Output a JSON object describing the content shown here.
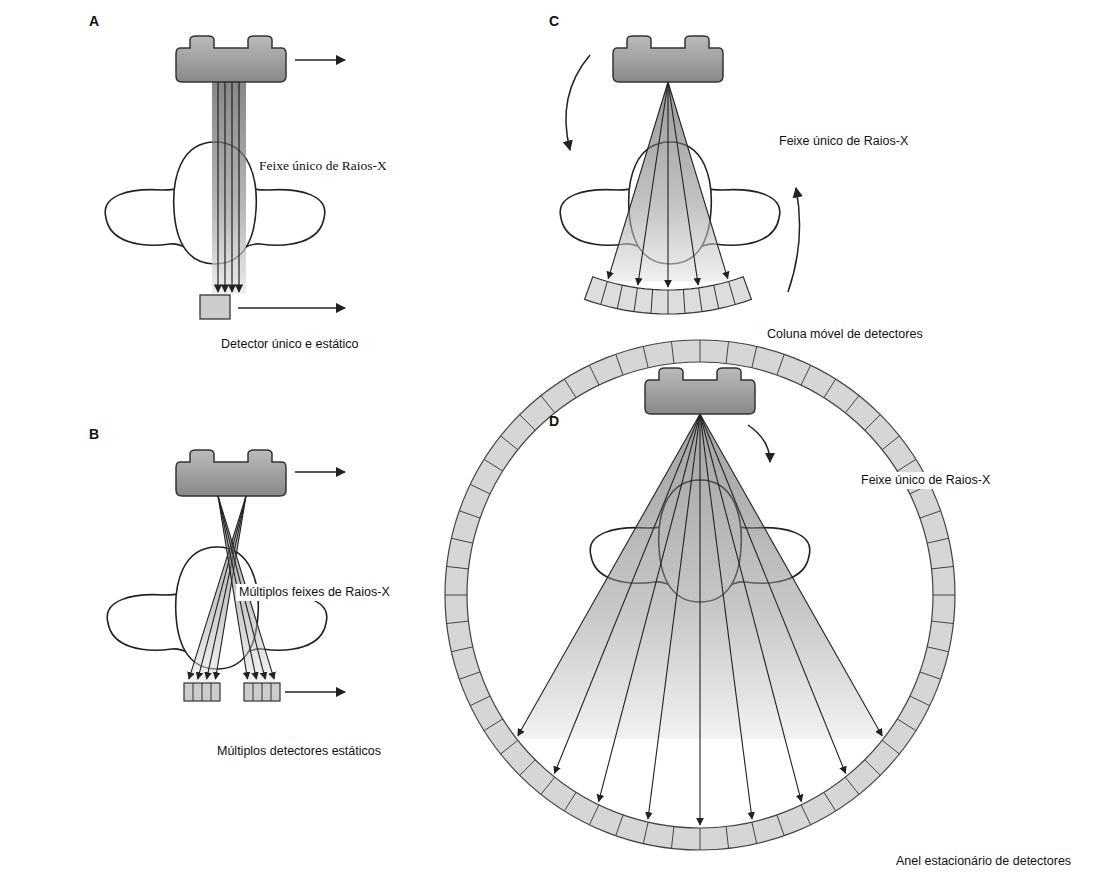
{
  "diagram": {
    "labels": [
      "A",
      "Feixe único de Raios-X",
      "Detector único e estático",
      "C",
      "Feixe único de Raios-X",
      "Coluna móvel de detectores",
      "B",
      "Múltiplos feixes de Raios-X",
      "Múltiplos detectores estáticos",
      "D",
      "Feixe único de Raios-X",
      "Anel estacionário de detectores"
    ]
  }
}
